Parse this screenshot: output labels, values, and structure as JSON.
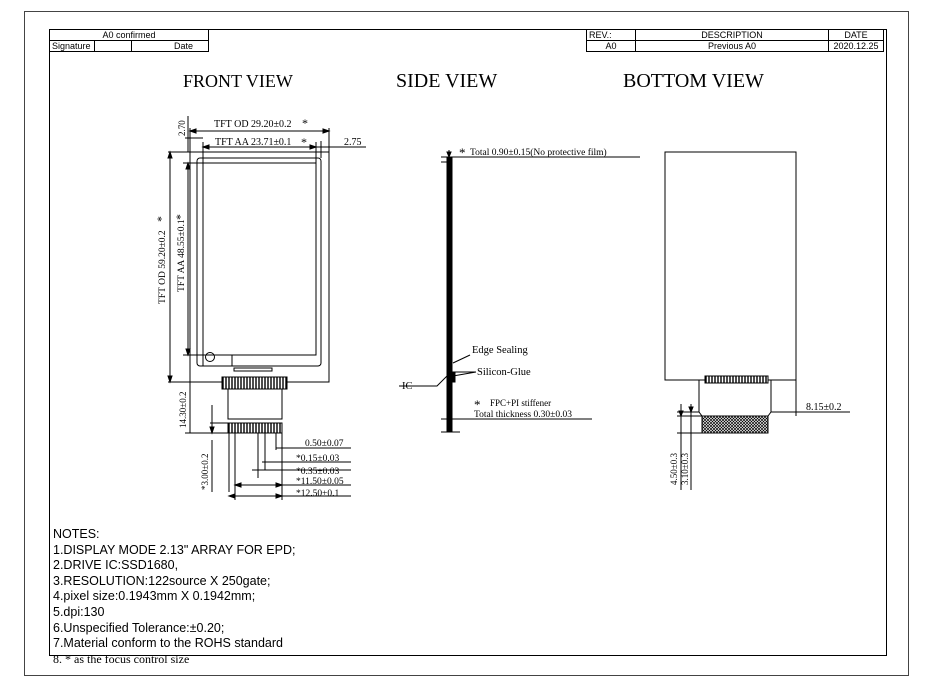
{
  "title_block": {
    "approval": {
      "title": "A0 confirmed",
      "signature_label": "Signature",
      "date_label": "Date"
    },
    "revision": {
      "headers": [
        "REV.:",
        "DESCRIPTION",
        "DATE"
      ],
      "row": [
        "A0",
        "Previous A0",
        "2020.12.25"
      ]
    }
  },
  "views": {
    "front": "FRONT VIEW",
    "side": "SIDE VIEW",
    "bottom": "BOTTOM VIEW"
  },
  "front_dims": {
    "top_gap": "2.70",
    "od_width": "TFT OD 29.20±0.2",
    "aa_width": "TFT AA 23.71±0.1",
    "right_gap": "2.75",
    "od_height": "TFT OD 59.20±0.2",
    "aa_height": "TFT AA 48.55±0.1",
    "fpc_length": "14.30±0.2",
    "fpc_thick": "*3.00±0.2",
    "pin_w": "0.50±0.07",
    "d1": "*0.15±0.03",
    "d2": "*0.35±0.03",
    "d3": "*11.50±0.05",
    "d4": "*12.50±0.1",
    "star": "*"
  },
  "side_labels": {
    "total": "Total 0.90±0.15(No protective film)",
    "edge": "Edge Sealing",
    "silicon": "Silicon-Glue",
    "ic": "IC",
    "fpc": "FPC+PI stiffener",
    "thickness": "Total thickness 0.30±0.03",
    "star": "*"
  },
  "bottom_dims": {
    "right": "8.15±0.2",
    "v1": "4.50±0.3",
    "v2": "3.10±0.3"
  },
  "notes": {
    "heading": "NOTES:",
    "items": [
      "1.DISPLAY MODE 2.13\" ARRAY FOR EPD;",
      "2.DRIVE IC:SSD1680,",
      "3.RESOLUTION:122source X 250gate;",
      "4.pixel size:0.1943mm X 0.1942mm;",
      "5.dpi:130",
      "6.Unspecified Tolerance:±0.20;",
      "7.Material conform to the ROHS standard",
      "8. * as the focus control size"
    ]
  }
}
